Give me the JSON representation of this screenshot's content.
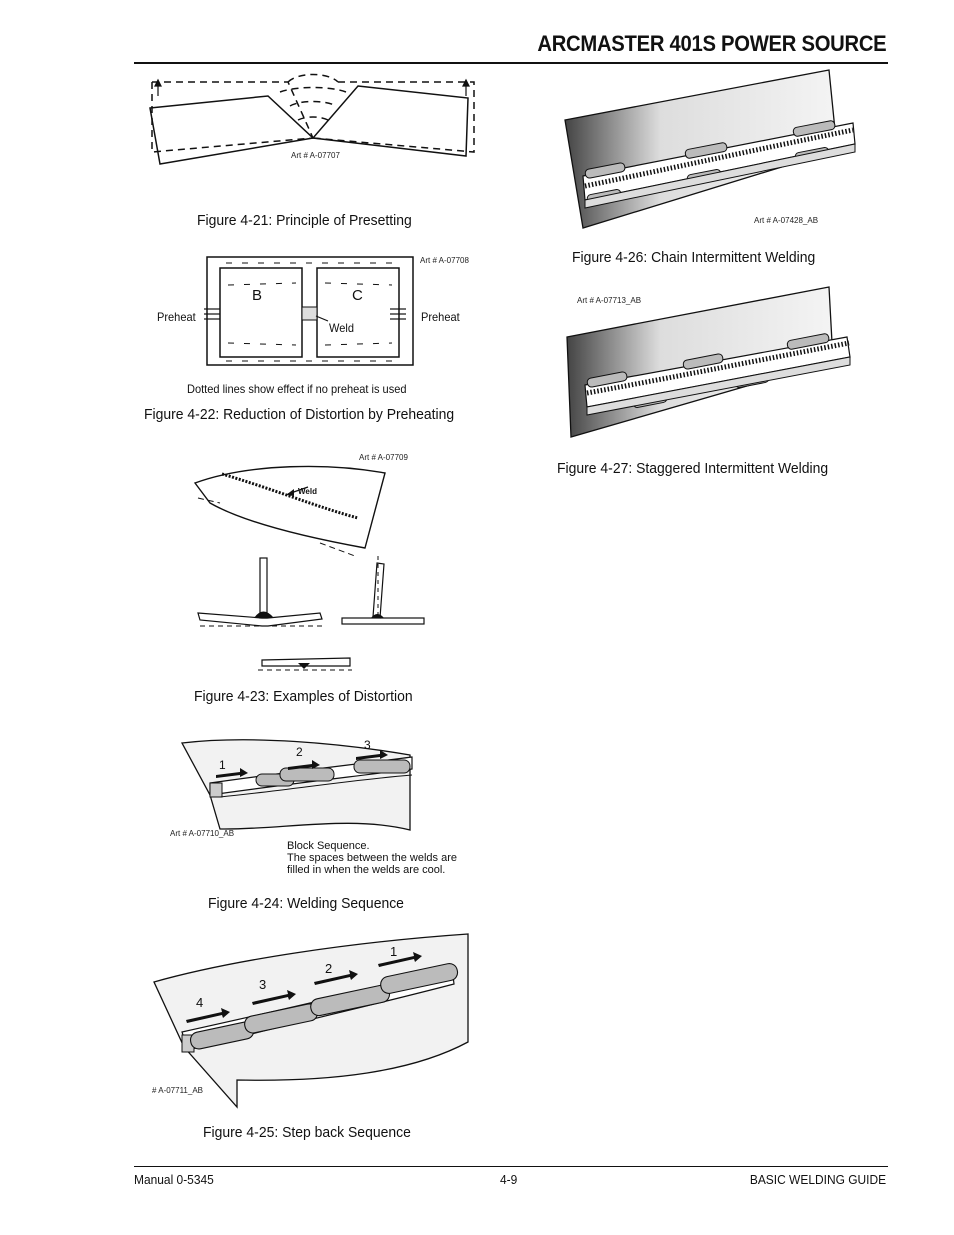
{
  "header": {
    "title": "ARCMASTER 401S POWER SOURCE"
  },
  "figures": {
    "fig21": {
      "caption": "Figure 4-21: Principle of Presetting",
      "art": "Art # A-07707"
    },
    "fig22": {
      "caption": "Figure 4-22: Reduction of Distortion by Preheating",
      "art": "Art # A-07708",
      "label_b": "B",
      "label_c": "C",
      "preheat_left": "Preheat",
      "preheat_right": "Preheat",
      "weld": "Weld",
      "note": "Dotted lines show effect if no preheat is used"
    },
    "fig23": {
      "caption": "Figure 4-23: Examples of Distortion",
      "art": "Art # A-07709",
      "weld": "Weld"
    },
    "fig24": {
      "caption": "Figure 4-24: Welding Sequence",
      "art": "Art # A-07710_AB",
      "steps": [
        "1",
        "2",
        "3"
      ],
      "note_line1": "Block Sequence.",
      "note_line2": "The spaces between the welds are",
      "note_line3": "filled in when the welds are cool."
    },
    "fig25": {
      "caption": "Figure 4-25: Step back Sequence",
      "art": "# A-07711_AB",
      "steps": [
        "1",
        "2",
        "3",
        "4"
      ]
    },
    "fig26": {
      "caption": "Figure 4-26: Chain Intermittent Welding",
      "art": "Art # A-07428_AB"
    },
    "fig27": {
      "caption": "Figure 4-27: Staggered Intermittent Welding",
      "art": "Art # A-07713_AB"
    }
  },
  "footer": {
    "left": "Manual 0-5345",
    "center": "4-9",
    "right": "BASIC WELDING GUIDE"
  }
}
